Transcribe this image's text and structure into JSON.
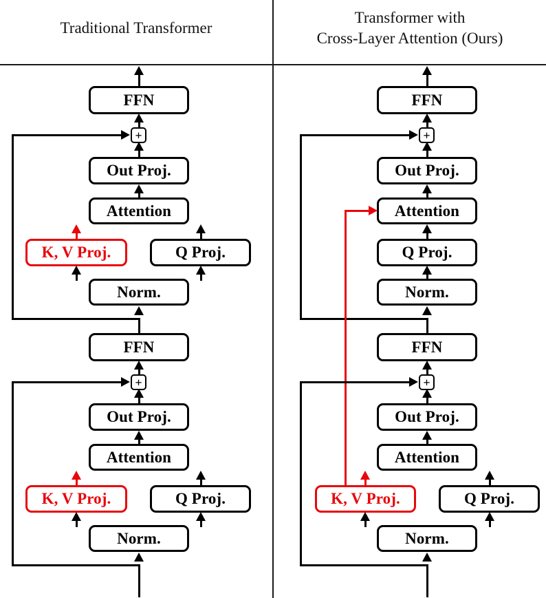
{
  "figure": {
    "type": "diagram",
    "subject": "Transformer block architecture comparison",
    "panels": [
      {
        "id": "left",
        "title_lines": [
          "Traditional Transformer"
        ],
        "title": "Traditional Transformer",
        "blocks": [
          {
            "id": "upper",
            "nodes": [
              "Norm.",
              "K, V Proj.",
              "Q Proj.",
              "Attention",
              "Out Proj.",
              "+",
              "FFN"
            ]
          },
          {
            "id": "lower",
            "nodes": [
              "Norm.",
              "K, V Proj.",
              "Q Proj.",
              "Attention",
              "Out Proj.",
              "+",
              "FFN"
            ]
          }
        ]
      },
      {
        "id": "right",
        "title_lines": [
          "Transformer with",
          "Cross-Layer Attention (Ours)"
        ],
        "title": "Transformer with Cross-Layer Attention (Ours)",
        "blocks": [
          {
            "id": "upper",
            "nodes": [
              "Norm.",
              "Q Proj.",
              "Attention",
              "Out Proj.",
              "+",
              "FFN"
            ]
          },
          {
            "id": "lower",
            "nodes": [
              "Norm.",
              "K, V Proj.",
              "Q Proj.",
              "Attention",
              "Out Proj.",
              "+",
              "FFN"
            ]
          }
        ]
      }
    ]
  },
  "labels": {
    "ffn": "FFN",
    "out_proj": "Out Proj.",
    "attention": "Attention",
    "kv_proj": "K, V Proj.",
    "q_proj": "Q Proj.",
    "norm": "Norm.",
    "plus": "+"
  },
  "titles": {
    "left": "Traditional Transformer",
    "right_line1": "Transformer with",
    "right_line2": "Cross-Layer Attention (Ours)"
  },
  "colors": {
    "highlight": "#e8070b",
    "stroke": "#000000",
    "background": "#ffffff",
    "text": "#131313"
  }
}
